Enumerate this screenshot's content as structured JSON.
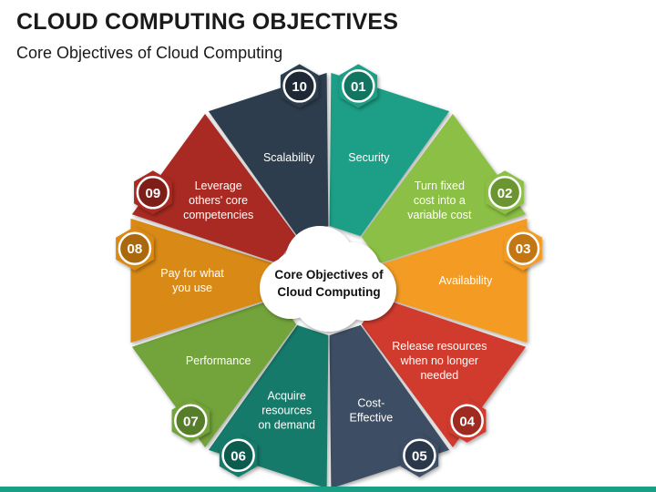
{
  "header": {
    "title": "CLOUD COMPUTING OBJECTIVES",
    "subtitle": "Core Objectives of Cloud Computing"
  },
  "center": {
    "lines": [
      "Core Objectives of",
      "Cloud Computing"
    ]
  },
  "footer_color": "#1a9f86",
  "segments": [
    {
      "num": "01",
      "lines": [
        "Security"
      ],
      "color": "#1a9f86",
      "dark": "#127561"
    },
    {
      "num": "02",
      "lines": [
        "Turn fixed",
        "cost into a",
        "variable cost"
      ],
      "color": "#8cbf45",
      "dark": "#6b9530"
    },
    {
      "num": "03",
      "lines": [
        "Availability"
      ],
      "color": "#f39b24",
      "dark": "#c27614"
    },
    {
      "num": "04",
      "lines": [
        "Release resources",
        "when no longer",
        "needed"
      ],
      "color": "#d13b2e",
      "dark": "#9e2a20"
    },
    {
      "num": "05",
      "lines": [
        "Cost-",
        "Effective"
      ],
      "color": "#3e4d63",
      "dark": "#2b374a"
    },
    {
      "num": "06",
      "lines": [
        "Acquire",
        "resources",
        "on demand"
      ],
      "color": "#137a6b",
      "dark": "#0d5a4f"
    },
    {
      "num": "07",
      "lines": [
        "Performance"
      ],
      "color": "#73a33b",
      "dark": "#567d29"
    },
    {
      "num": "08",
      "lines": [
        "Pay for what",
        "you use"
      ],
      "color": "#d98a14",
      "dark": "#a9690c"
    },
    {
      "num": "09",
      "lines": [
        "Leverage",
        "others' core",
        "competencies"
      ],
      "color": "#a92a23",
      "dark": "#7d1e19"
    },
    {
      "num": "10",
      "lines": [
        "Scalability"
      ],
      "color": "#2f3c4d",
      "dark": "#1f2935"
    }
  ]
}
